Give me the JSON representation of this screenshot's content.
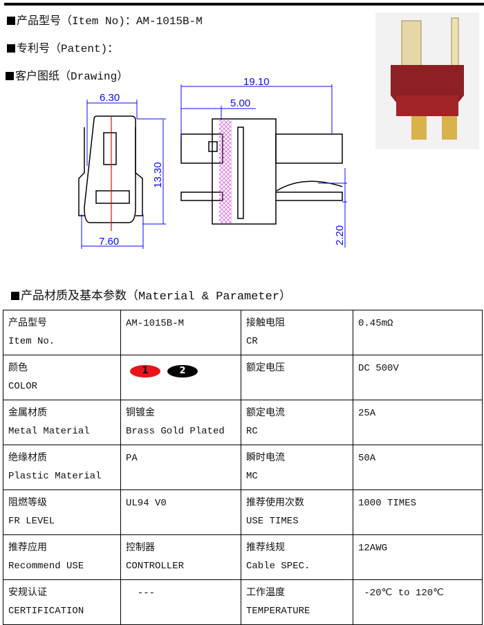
{
  "header": {
    "item_no": "产品型号（Item No)：AM-1015B-M",
    "patent": "专利号（Patent)：",
    "drawing": "客户图纸（Drawing）"
  },
  "dimensions": {
    "d1": "6.30",
    "d2": "13.30",
    "d3": "7.60",
    "d4": "19.10",
    "d5": "5.00",
    "d6": "2.20"
  },
  "section_title": "产品材质及基本参数（Material & Parameter）",
  "colors": {
    "red": "#e8141a",
    "black": "#000000",
    "line": "#0a0aff"
  },
  "color_swatches": [
    "1",
    "2"
  ],
  "table": [
    [
      "产品型号",
      "Item No.",
      "AM-1015B-M",
      "",
      "接触电阻",
      "CR",
      "0.45mΩ",
      ""
    ],
    [
      "颜色",
      "COLOR",
      "",
      "",
      "额定电压",
      "",
      "DC 500V",
      ""
    ],
    [
      "金属材质",
      "Metal Material",
      "铜镀金",
      "Brass Gold Plated",
      "额定电流",
      "RC",
      "25A",
      ""
    ],
    [
      "绝缘材质",
      "Plastic Material",
      "PA",
      "",
      "瞬时电流",
      "MC",
      "50A",
      ""
    ],
    [
      "阻燃等级",
      "FR LEVEL",
      "UL94 V0",
      "",
      "推荐使用次数",
      "USE TIMES",
      "1000 TIMES",
      ""
    ],
    [
      "推荐应用",
      "Recommend USE",
      "控制器",
      "CONTROLLER",
      "推荐线规",
      "Cable SPEC.",
      "12AWG",
      ""
    ],
    [
      "安规认证",
      "CERTIFICATION",
      "  ---",
      "",
      "工作温度",
      "TEMPERATURE",
      " -20℃ to 120℃",
      ""
    ]
  ]
}
